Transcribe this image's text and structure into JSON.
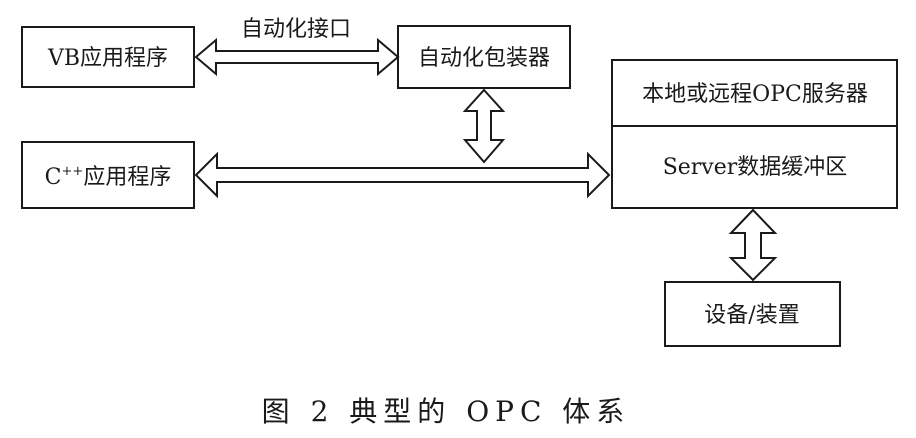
{
  "nodes": {
    "vb_app": "VB应用程序",
    "automation_wrapper": "自动化包装器",
    "opc_server": "本地或远程OPC服务器",
    "server_buffer": "Server数据缓冲区",
    "cpp_app_prefix": "C",
    "cpp_app_sup": "++",
    "cpp_app_suffix": "应用程序",
    "device": "设备/装置"
  },
  "edges": {
    "automation_interface": "自动化接口"
  },
  "caption": "图 2  典型的 OPC 体系"
}
